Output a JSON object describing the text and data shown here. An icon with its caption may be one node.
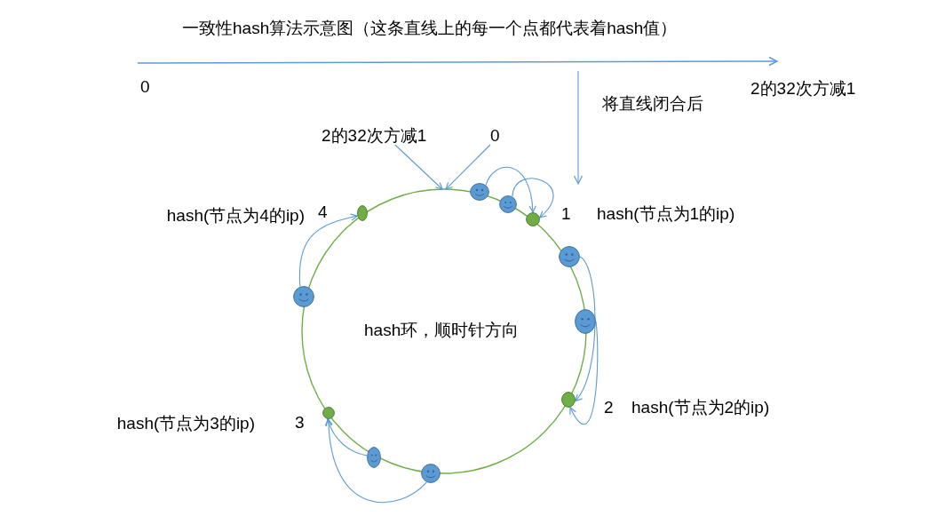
{
  "diagram": {
    "title": "一致性hash算法示意图（这条直线上的每一个点都代表着hash值）",
    "nodes": [
      {
        "text": [
          "2的32次方减1"
        ]
      },
      {
        "text": [
          "0"
        ]
      },
      {
        "text": [],
        "shape": "smiley"
      },
      {
        "text": [],
        "shape": "smiley"
      },
      {
        "text": [],
        "shape": "circle",
        "beside": [
          "hash(节点为4的ip)",
          "4"
        ]
      },
      {
        "text": [],
        "shape": "circle",
        "beside": [
          "1",
          "hash(节点为1的ip)"
        ]
      },
      {
        "text": [],
        "shape": "smiley"
      },
      {
        "text": [],
        "shape": "smiley"
      },
      {
        "text": [],
        "shape": "smiley"
      },
      {
        "text": [],
        "shape": "circle",
        "beside": [
          "2",
          "hash(节点为2的ip)"
        ]
      },
      {
        "text": [],
        "shape": "circle",
        "beside": [
          "hash(节点为3的ip)",
          "3"
        ]
      },
      {
        "text": [],
        "shape": "smiley"
      },
      {
        "text": [],
        "shape": "smiley"
      }
    ],
    "edges": [
      {
        "from": 0,
        "to": null,
        "arrow": "to"
      },
      {
        "from": 1,
        "to": null,
        "arrow": "to"
      },
      {
        "from": 2,
        "to": 5,
        "arrow": "to"
      },
      {
        "from": 3,
        "to": 5,
        "arrow": "to"
      },
      {
        "from": 6,
        "to": 9,
        "arrow": "to"
      },
      {
        "from": 8,
        "to": 9,
        "arrow": "to"
      },
      {
        "from": 7,
        "to": 4,
        "arrow": "to"
      },
      {
        "from": 11,
        "to": 10,
        "arrow": "to"
      },
      {
        "from": 12,
        "to": 10,
        "arrow": "to"
      }
    ],
    "labels": [
      "0",
      "2的32次方减1",
      "将直线闭合后",
      "hash环，顺时针方向"
    ]
  }
}
